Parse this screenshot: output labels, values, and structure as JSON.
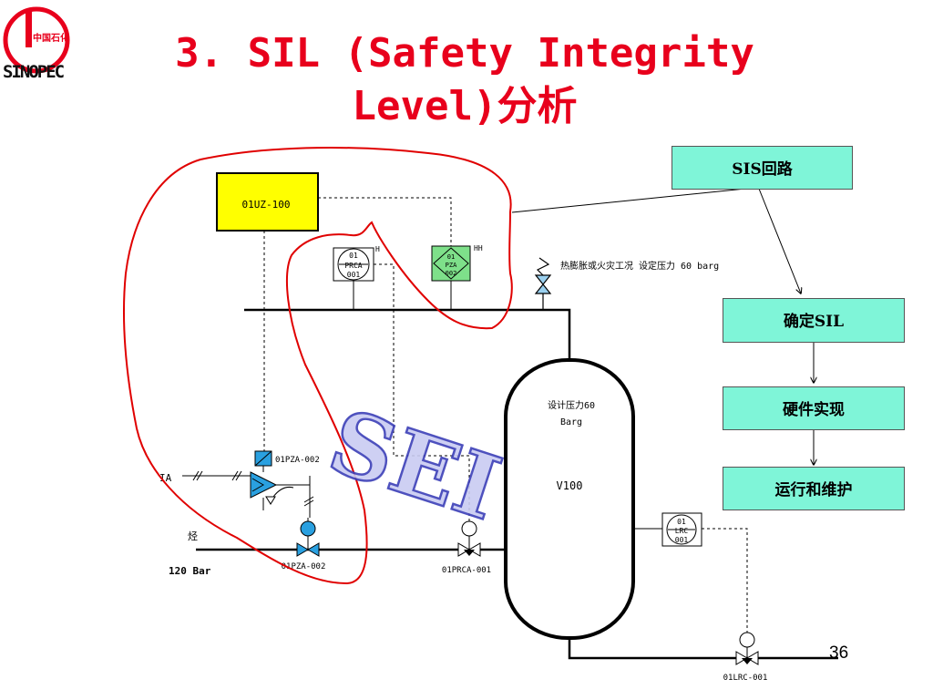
{
  "title": {
    "line1": "3. SIL (Safety Integrity",
    "line2": "Level)分析"
  },
  "logo": {
    "wordmark": "SINOPEC",
    "chinese": "中国石化"
  },
  "watermark": "SEI",
  "flow": {
    "box1": "SIS回路",
    "box2": "确定SIL",
    "box3": "硬件实现",
    "box4": "运行和维护"
  },
  "diagram": {
    "controller": "01UZ-100",
    "prca_top": "01",
    "prca_mid": "PRCA",
    "prca_bot": "001",
    "prca_alarm": "H",
    "pza_top": "01",
    "pza_mid": "PZA",
    "pza_bot": "002",
    "pza_alarm": "HH",
    "relief_note": "热膨胀或火灾工况 设定压力 60 barg",
    "vessel_design_1": "设计压力60",
    "vessel_design_2": "Barg",
    "vessel_tag": "V100",
    "solenoid_tag": "01PZA-002",
    "ia_label": "IA",
    "hydrocarbon_label": "烃",
    "inlet_pressure": "120 Bar",
    "valve1_tag": "01PZA-002",
    "valve2_tag": "01PRCA-001",
    "lrc_top": "01",
    "lrc_mid": "LRC",
    "lrc_bot": "001",
    "valve3_tag": "01LRC-001"
  },
  "page_number": "36",
  "colors": {
    "title": "#e8001c",
    "flowbox": "#7ff5d8",
    "controller": "#ffff00",
    "pza_fill": "#7ee08a",
    "valve": "#2aa0e0",
    "annotation": "#e00000",
    "watermark": "#3b3fb8"
  }
}
